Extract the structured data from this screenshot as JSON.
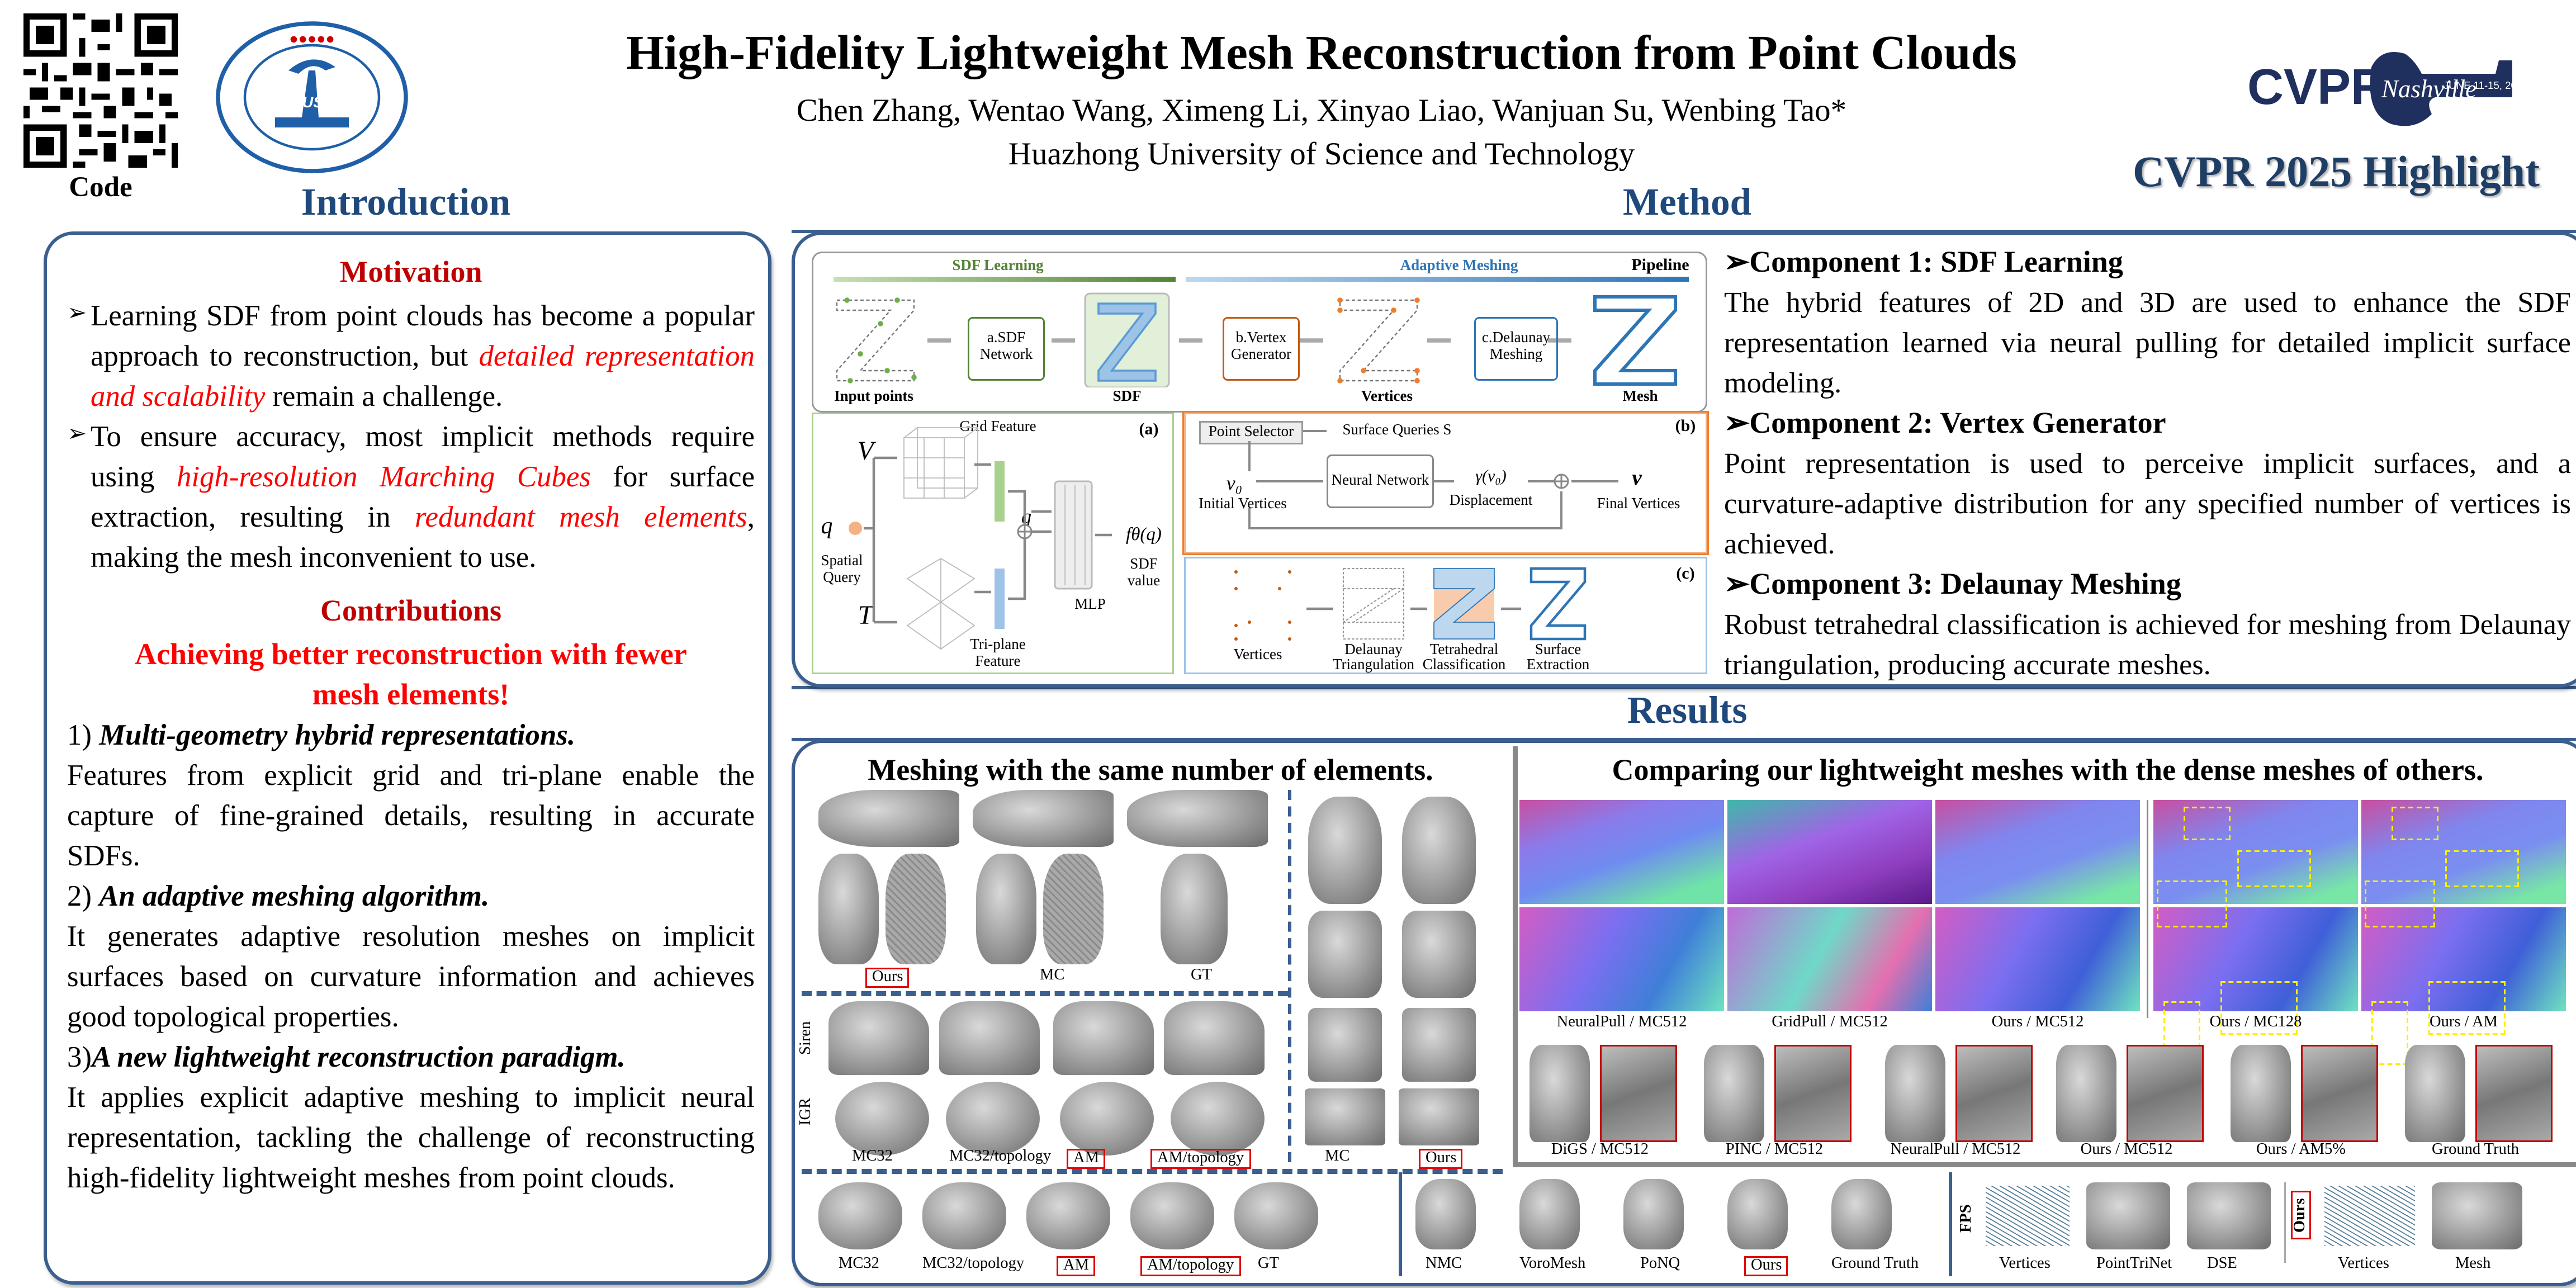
{
  "header": {
    "qr_label": "Code",
    "title": "High-Fidelity Lightweight Mesh Reconstruction from Point Clouds",
    "authors": "Chen Zhang, Wentao Wang, Ximeng Li, Xinyao Liao, Wanjuan Su, Wenbing Tao*",
    "affiliation": "Huazhong University of Science and Technology",
    "university_logo_text": "HUST",
    "conference_logo": {
      "left": "CVPR",
      "script": "Nashville",
      "dates": "JUNE 11-15, 2025"
    },
    "highlight": "CVPR 2025 Highlight",
    "colors": {
      "section_header": "#1F497D",
      "panel_border": "#3B5F8E",
      "motivation_red": "#C00000",
      "emphasis_red": "#FF0000"
    }
  },
  "introduction": {
    "heading": "Introduction",
    "motivation": {
      "heading": "Motivation",
      "bullets": [
        {
          "pre": "Learning SDF from point clouds has become a popular approach to reconstruction, but ",
          "em": "detailed representation and scalability",
          "post": " remain a challenge."
        },
        {
          "pre": "To ensure accuracy, most implicit methods require using ",
          "em": "high-resolution Marching Cubes",
          "mid": " for surface extraction, resulting in ",
          "em2": "redundant mesh elements",
          "post": ", making the mesh inconvenient to use."
        }
      ]
    },
    "contributions": {
      "heading": "Contributions",
      "tagline": "Achieving better reconstruction with fewer mesh elements!",
      "items": [
        {
          "num": "1) ",
          "title": "Multi-geometry hybrid representations.",
          "body": "Features from explicit grid and tri-plane enable the capture of fine-grained details, resulting in accurate SDFs."
        },
        {
          "num": "2) ",
          "title": "An adaptive meshing algorithm.",
          "body": "It generates adaptive resolution meshes on implicit surfaces based on curvature information and achieves good topological properties."
        },
        {
          "num": "3)",
          "title": "A new lightweight reconstruction paradigm.",
          "body": "It applies explicit adaptive meshing to implicit neural representation, tackling the challenge of reconstructing high-fidelity lightweight meshes from point clouds."
        }
      ]
    }
  },
  "method": {
    "heading": "Method",
    "pipeline": {
      "stage_labels": [
        "SDF Learning",
        "Adaptive Meshing"
      ],
      "title": "Pipeline",
      "nodes": [
        "a.SDF Network",
        "b.Vertex Generator",
        "c.Delaunay Meshing"
      ],
      "captions": [
        "Input points",
        "SDF",
        "Vertices",
        "Mesh"
      ]
    },
    "panel_a": {
      "tag": "(a)",
      "grid_symbol": "V",
      "triplane_symbol": "T",
      "grid_feature": "Grid Feature",
      "triplane_feature": "Tri-plane Feature",
      "query_symbol": "q",
      "spatial_query": "Spatial Query",
      "mlp": "MLP",
      "output": "fθ(q)",
      "output_label": "SDF value"
    },
    "panel_b": {
      "tag": "(b)",
      "point_selector": "Point Selector",
      "surface_queries": "Surface Queries S",
      "v0": "v₀",
      "initial_vertices": "Initial Vertices",
      "neural_network": "Neural Network",
      "displacement_symbol": "γ(v₀)",
      "displacement": "Displacement",
      "v": "v",
      "final_vertices": "Final Vertices"
    },
    "panel_c": {
      "tag": "(c)",
      "steps": [
        "Vertices",
        "Delaunay Triangulation",
        "Tetrahedral Classification",
        "Surface Extraction"
      ]
    },
    "components": [
      {
        "heading": "Component 1: SDF Learning",
        "body": "The hybrid features of 2D and 3D are used to enhance the SDF representation learned via neural pulling for detailed implicit surface modeling."
      },
      {
        "heading": "Component 2: Vertex Generator",
        "body": "Point representation is used to perceive implicit surfaces, and a curvature-adaptive distribution for any specified number of vertices is achieved."
      },
      {
        "heading": "Component 3: Delaunay Meshing",
        "body": "Robust tetrahedral classification is achieved for meshing from Delaunay triangulation, producing accurate meshes."
      }
    ]
  },
  "results": {
    "heading": "Results",
    "left_title": "Meshing with the same number of elements.",
    "right_title": "Comparing our lightweight meshes with the dense meshes of others.",
    "block1_captions": [
      {
        "text": "Ours",
        "boxed": true
      },
      {
        "text": "MC",
        "boxed": false
      },
      {
        "text": "GT",
        "boxed": false
      }
    ],
    "block2_row_labels": [
      "Siren",
      "IGR"
    ],
    "block2_captions": [
      {
        "text": "MC32",
        "boxed": false
      },
      {
        "text": "MC32/topology",
        "boxed": false
      },
      {
        "text": "AM",
        "boxed": true
      },
      {
        "text": "AM/topology",
        "boxed": true
      }
    ],
    "block3_captions": [
      {
        "text": "MC",
        "boxed": false
      },
      {
        "text": "Ours",
        "boxed": true
      }
    ],
    "gear_captions": [
      {
        "text": "MC32",
        "boxed": false
      },
      {
        "text": "MC32/topology",
        "boxed": false
      },
      {
        "text": "AM",
        "boxed": true
      },
      {
        "text": "AM/topology",
        "boxed": true
      },
      {
        "text": "GT",
        "boxed": false
      }
    ],
    "head_captions": [
      {
        "text": "NMC",
        "boxed": false
      },
      {
        "text": "VoroMesh",
        "boxed": false
      },
      {
        "text": "PoNQ",
        "boxed": false
      },
      {
        "text": "Ours",
        "boxed": true
      },
      {
        "text": "Ground Truth",
        "boxed": false
      }
    ],
    "scene_captions": [
      "NeuralPull / MC512",
      "GridPull / MC512",
      "Ours / MC512",
      "Ours / MC128",
      "Ours / AM"
    ],
    "statue_captions": [
      "DiGS / MC512",
      "PINC / MC512",
      "NeuralPull / MC512",
      "Ours / MC512",
      "Ours / AM5%",
      "Ground Truth"
    ],
    "fps_row_label": "FPS",
    "ours_row_label": "Ours",
    "fps_captions": [
      "Vertices",
      "PointTriNet",
      "DSE"
    ],
    "ours_captions": [
      "Vertices",
      "Mesh"
    ]
  }
}
